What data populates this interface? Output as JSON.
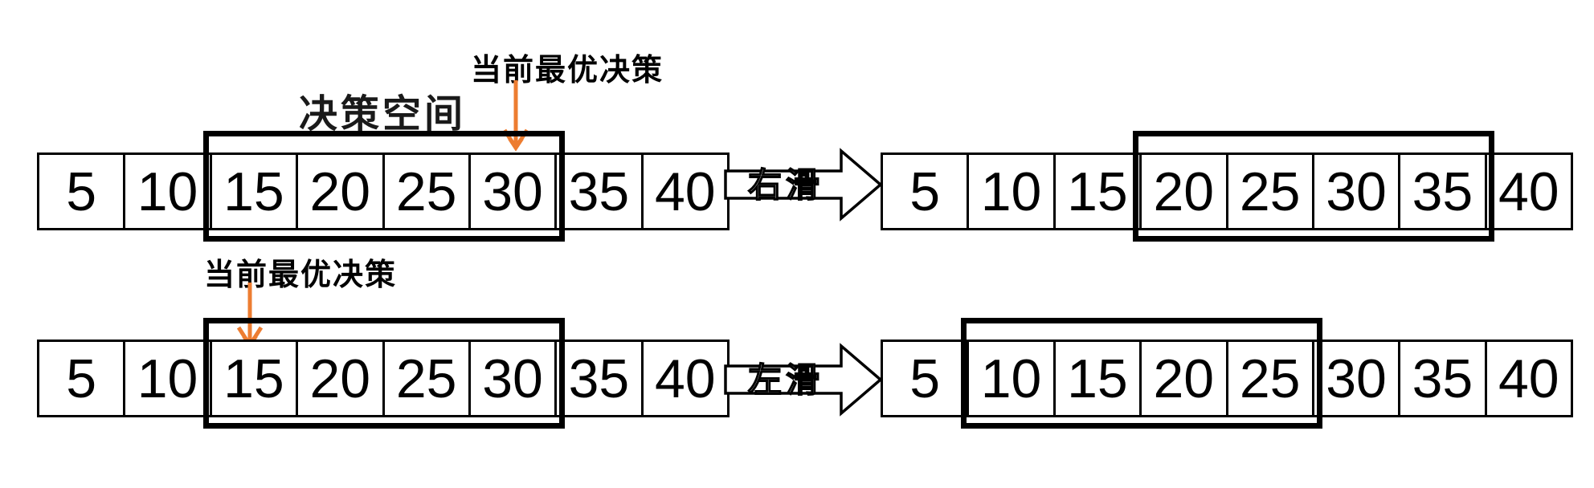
{
  "colors": {
    "accent_orange": "#ED7D31",
    "line_black": "#000000"
  },
  "diagram": {
    "decision_space_label": "决策空间",
    "rows": [
      {
        "annotation_label": "当前最优决策",
        "annotation_points_to": "30",
        "slide_label": "右滑",
        "left_array": {
          "values": [
            "5",
            "10",
            "15",
            "20",
            "25",
            "30",
            "35",
            "40"
          ],
          "highlight": [
            2,
            5
          ]
        },
        "right_array": {
          "values": [
            "5",
            "10",
            "15",
            "20",
            "25",
            "30",
            "35",
            "40"
          ],
          "highlight": [
            3,
            6
          ]
        }
      },
      {
        "annotation_label": "当前最优决策",
        "annotation_points_to": "15",
        "slide_label": "左滑",
        "left_array": {
          "values": [
            "5",
            "10",
            "15",
            "20",
            "25",
            "30",
            "35",
            "40"
          ],
          "highlight": [
            2,
            5
          ]
        },
        "right_array": {
          "values": [
            "5",
            "10",
            "15",
            "20",
            "25",
            "30",
            "35",
            "40"
          ],
          "highlight": [
            1,
            4
          ]
        }
      }
    ]
  }
}
